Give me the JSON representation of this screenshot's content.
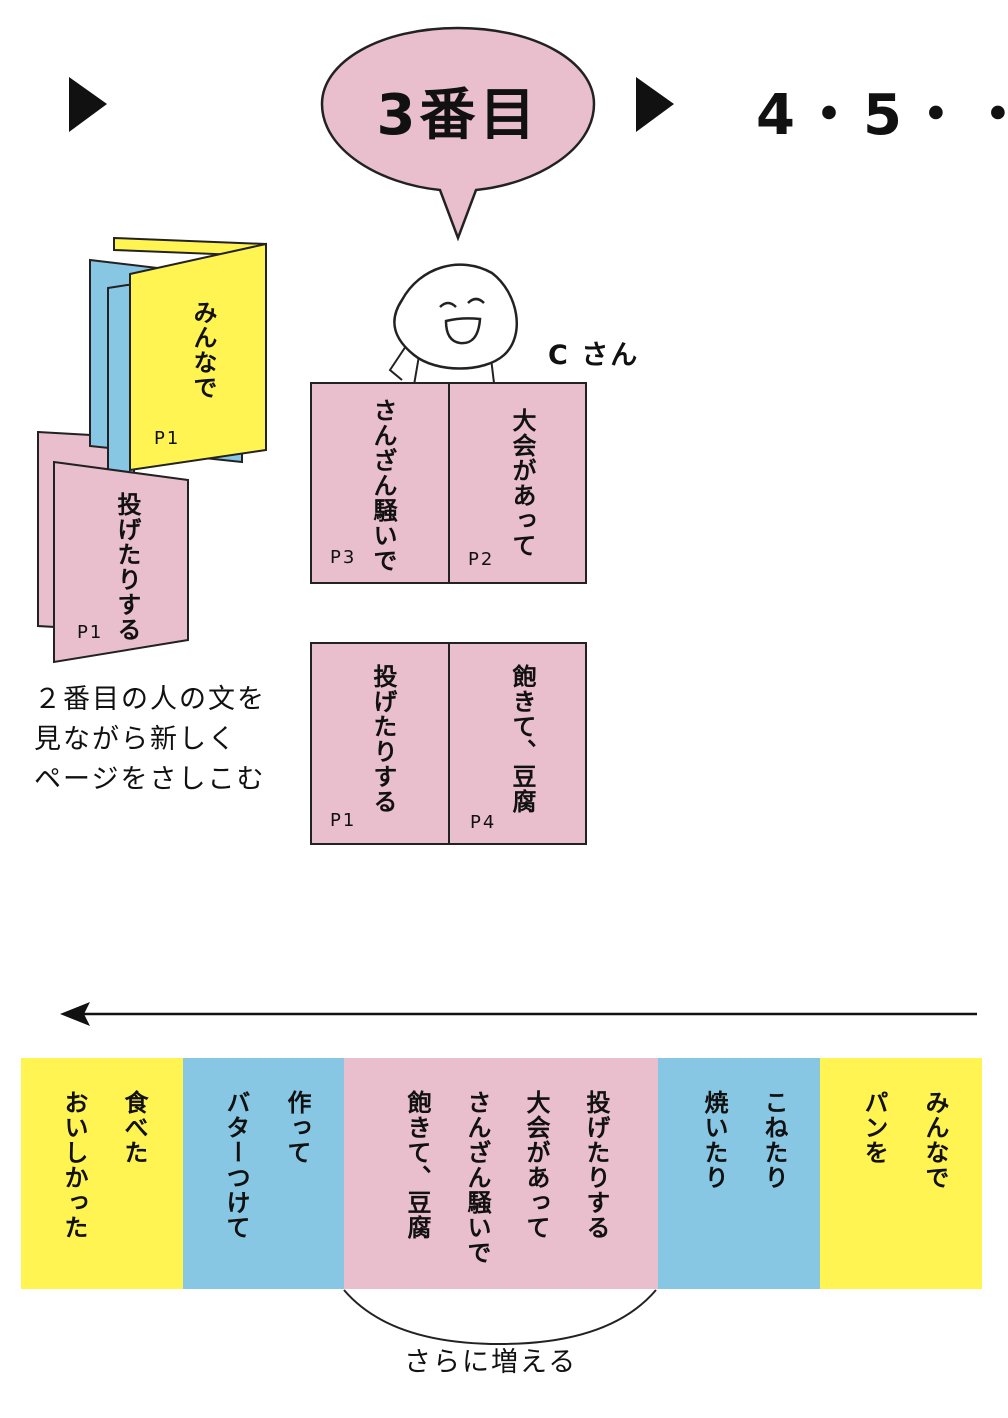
{
  "header": {
    "step_label": "3番目",
    "next_label": "4・5・・"
  },
  "character": {
    "name_label": "C さん"
  },
  "booklet_stack": {
    "top_page_text": "みんなで",
    "top_page_number": "P1",
    "bottom_page_text": "投げたりする",
    "bottom_page_number": "P1"
  },
  "note": {
    "lines": [
      "２番目の人の文を",
      "見ながら新しく",
      "ページをさしこむ"
    ]
  },
  "spread_top": {
    "left_text": "さんざん騒いで",
    "left_page": "P3",
    "right_text": "大会があって",
    "right_page": "P2"
  },
  "spread_bottom": {
    "left_text": "投げたりする",
    "left_page": "P1",
    "right_text": "飽きて、豆腐",
    "right_page": "P4"
  },
  "strip": {
    "yellow_left": [
      "おいしかった",
      "食べた"
    ],
    "blue_left": [
      "バターつけて",
      "作って"
    ],
    "pink_center": [
      "飽きて、豆腐",
      "さんざん騒いで",
      "大会があって",
      "投げたりする"
    ],
    "blue_right": [
      "焼いたり",
      "こねたり"
    ],
    "yellow_right": [
      "パンを",
      "みんなで"
    ],
    "bracket_label": "さらに増える"
  },
  "colors": {
    "pink": "#e9bfce",
    "blue": "#87c7e3",
    "yellow": "#fff452",
    "ink": "#111111"
  }
}
